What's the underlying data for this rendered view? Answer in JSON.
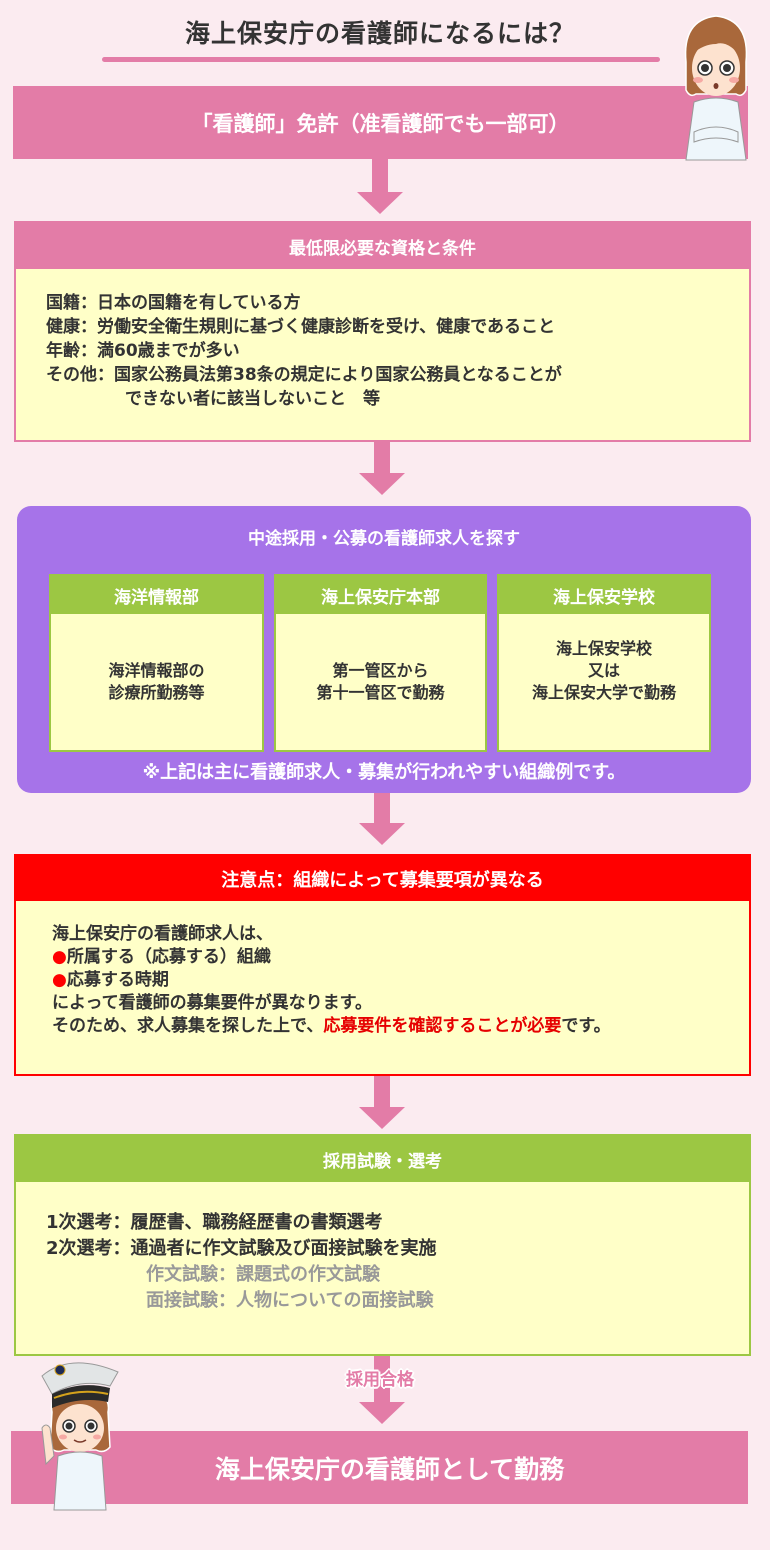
{
  "title": "海上保安庁の看護師になるには？",
  "license": "「看護師」免許（准看護師でも一部可）",
  "requirements": {
    "heading": "最低限必要な資格と条件",
    "rows": [
      {
        "key": "国籍：",
        "value": "日本の国籍を有している方"
      },
      {
        "key": "健康：",
        "value": "労働安全衛生規則に基づく健康診断を受け、健康であること"
      },
      {
        "key": "年齢：",
        "value": "満60歳までが多い"
      },
      {
        "key": "その他：",
        "value": "国家公務員法第38条の規定により国家公務員となることが"
      },
      {
        "key": "",
        "value": "できない者に該当しないこと　等"
      }
    ]
  },
  "search": {
    "heading": "中途採用・公募の看護師求人を探す",
    "orgs": [
      {
        "name": "海洋情報部",
        "lines": [
          "海洋情報部の",
          "診療所勤務等"
        ]
      },
      {
        "name": "海上保安庁本部",
        "lines": [
          "第一管区から",
          "第十一管区で勤務"
        ]
      },
      {
        "name": "海上保安学校",
        "lines": [
          "海上保安学校",
          "又は",
          "海上保安大学で勤務"
        ]
      }
    ],
    "note": "※上記は主に看護師求人・募集が行われやすい組織例です。"
  },
  "caution": {
    "heading": "注意点：組織によって募集要項が異なる",
    "intro": "海上保安庁の看護師求人は、",
    "bullet_symbol": "●",
    "bullets": [
      "所属する（応募する）組織",
      "応募する時期"
    ],
    "line3": "によって看護師の募集要件が異なります。",
    "line4_prefix": "そのため、求人募集を探した上で、",
    "line4_emphasis": "応募要件を確認することが必要",
    "line4_suffix": "です。"
  },
  "exam": {
    "heading": "採用試験・選考",
    "rows": [
      {
        "key": "1次選考：",
        "value": "履歴書、職務経歴書の書類選考"
      },
      {
        "key": "2次選考：",
        "value": "通過者に作文試験及び面接試験を実施"
      }
    ],
    "sub_rows": [
      "作文試験：課題式の作文試験",
      "面接試験：人物についての面接試験"
    ]
  },
  "pass_label": "採用合格",
  "final": "海上保安庁の看護師として勤務",
  "colors": {
    "background": "#fbebf0",
    "pink": "#e37ca7",
    "purple": "#a673e9",
    "green": "#9cc743",
    "red": "#ff0000",
    "cream": "#ffffc8"
  }
}
